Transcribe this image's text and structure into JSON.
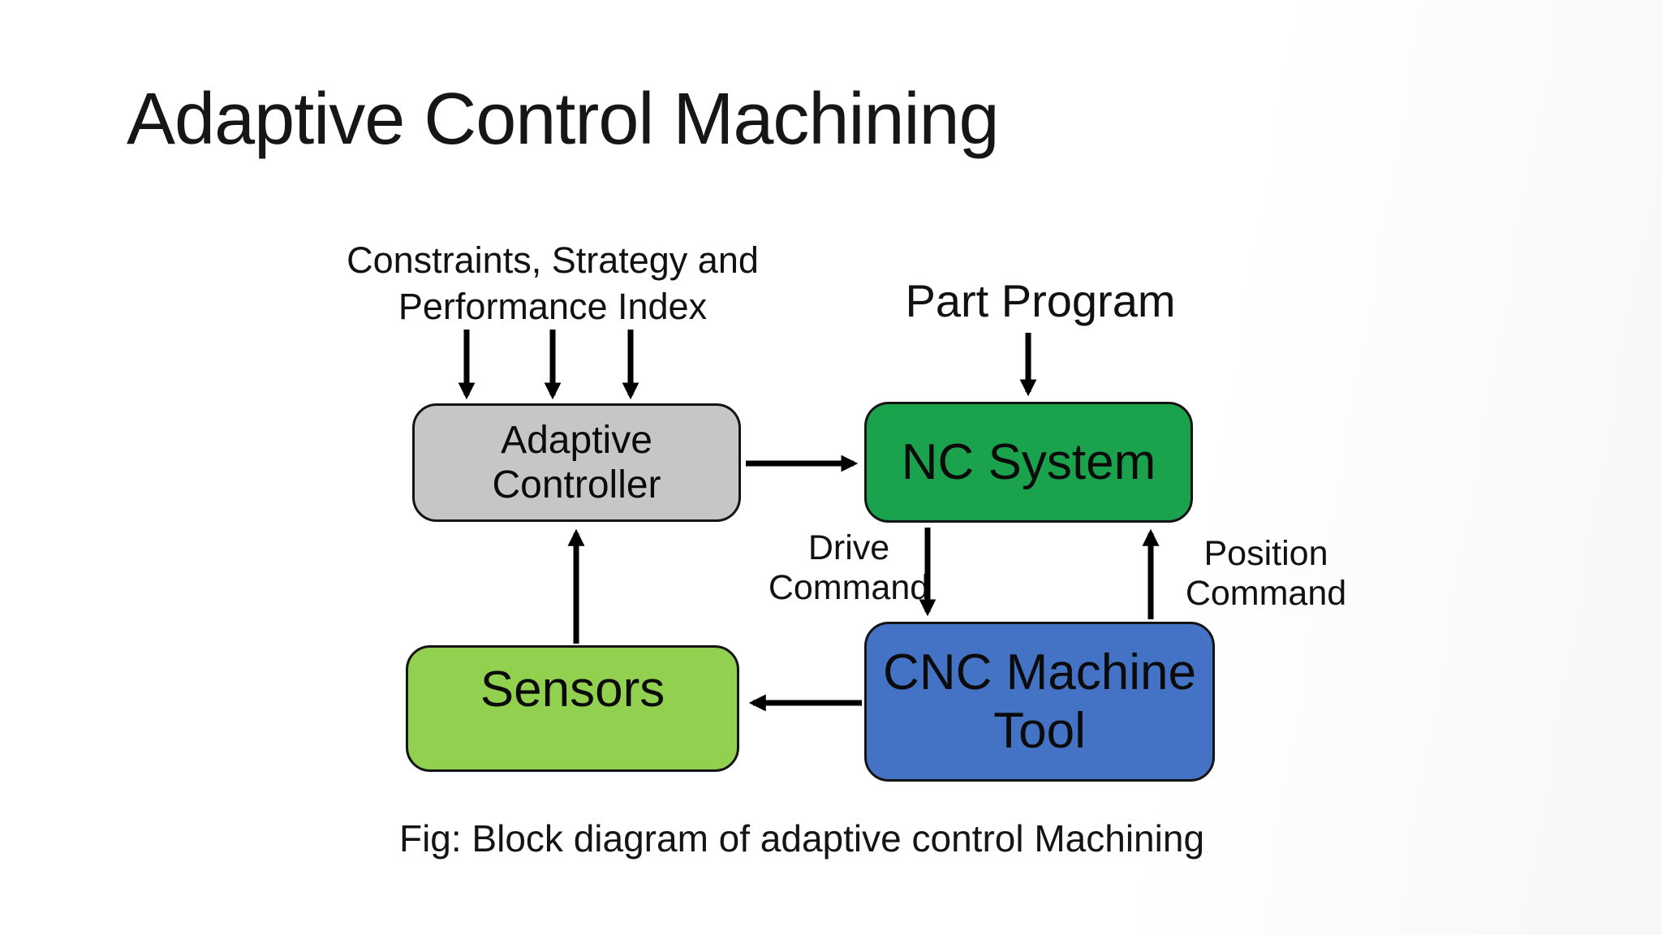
{
  "slide": {
    "title": "Adaptive Control Machining",
    "caption": "Fig: Block diagram of adaptive control Machining"
  },
  "annotations": {
    "constraints": {
      "line1": "Constraints, Strategy and",
      "line2": "Performance Index"
    },
    "part_program": "Part Program",
    "drive_command": {
      "line1": "Drive",
      "line2": "Command"
    },
    "position_command": {
      "line1": "Position",
      "line2": "Command"
    }
  },
  "blocks": {
    "adaptive_controller": {
      "label": "Adaptive\nController",
      "fill": "#c6c6c6"
    },
    "nc_system": {
      "label": "NC System",
      "fill": "#1aa24d"
    },
    "cnc_machine_tool": {
      "label": "CNC Machine\nTool",
      "fill": "#4472c4"
    },
    "sensors": {
      "label": "Sensors",
      "fill": "#92d050"
    }
  },
  "flow": [
    {
      "from": "Constraints, Strategy and Performance Index",
      "to": "Adaptive Controller"
    },
    {
      "from": "Part Program",
      "to": "NC System"
    },
    {
      "from": "Adaptive Controller",
      "to": "NC System"
    },
    {
      "from": "NC System",
      "to": "CNC Machine Tool",
      "label": "Drive Command"
    },
    {
      "from": "CNC Machine Tool",
      "to": "NC System",
      "label": "Position Command"
    },
    {
      "from": "CNC Machine Tool",
      "to": "Sensors"
    },
    {
      "from": "Sensors",
      "to": "Adaptive Controller"
    }
  ],
  "colors": {
    "background": "#ffffff",
    "outline": "#141414",
    "arrow": "#000000",
    "text": "#0f0f0f"
  }
}
